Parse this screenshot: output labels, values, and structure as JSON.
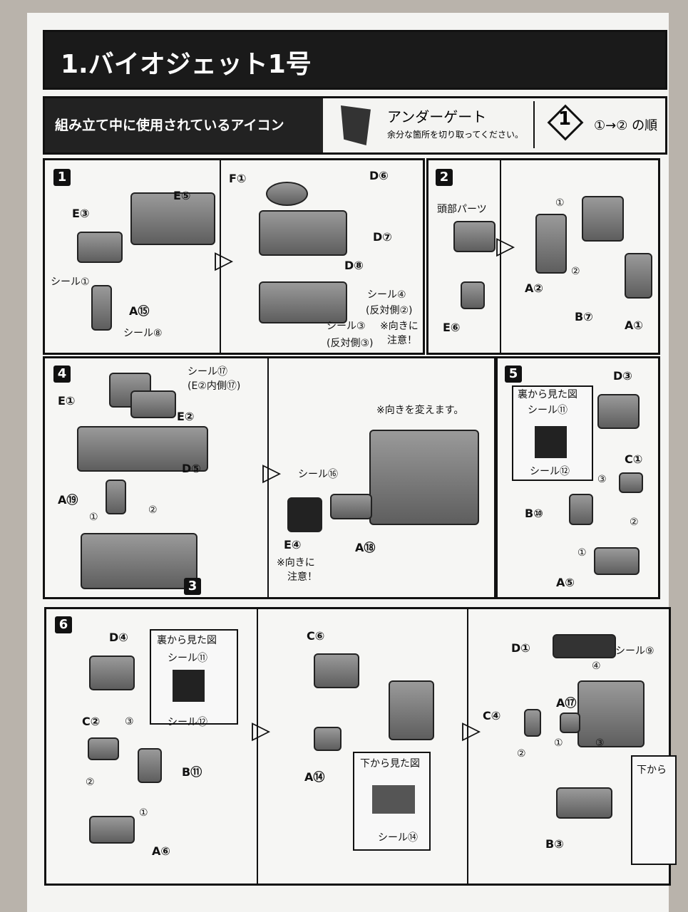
{
  "title": "1.バイオジェット1号",
  "icons_header": "組み立て中に使用されているアイコン",
  "under_gate": {
    "name": "アンダーゲート",
    "desc": "余分な箇所を切り取ってください。"
  },
  "step_order": {
    "number": "1",
    "text": "①→② の順"
  },
  "panel1": {
    "num": "1",
    "labels": [
      "E③",
      "E⑤",
      "シール①",
      "A⑮",
      "シール⑧",
      "F①",
      "D⑥",
      "D⑦",
      "D⑧",
      "シール④",
      "(反対側②)",
      "シール③",
      "(反対側③)",
      "※向きに",
      "注意！"
    ]
  },
  "panel2": {
    "num": "2",
    "labels": [
      "頭部パーツ",
      "E⑥",
      "A②",
      "B⑦",
      "A①",
      "①",
      "②"
    ]
  },
  "panel4": {
    "num": "4",
    "labels": [
      "シール⑰",
      "(E②内側⑰)",
      "E①",
      "E②",
      "D⑤",
      "A⑲",
      "①",
      "②",
      "3",
      "※向きを変えます。",
      "シール⑯",
      "E④",
      "A⑱",
      "※向きに",
      "注意！"
    ]
  },
  "panel5": {
    "num": "5",
    "labels": [
      "裏から見た図",
      "シール⑪",
      "シール⑫",
      "D③",
      "C①",
      "B⑩",
      "A⑤",
      "①",
      "②",
      "③"
    ]
  },
  "panel6": {
    "num": "6",
    "labels": [
      "D④",
      "裏から見た図",
      "シール⑪",
      "シール⑫",
      "C②",
      "B⑪",
      "A⑥",
      "①",
      "②",
      "③",
      "C⑥",
      "A⑭",
      "下から見た図",
      "シール⑭",
      "D①",
      "シール⑨",
      "A⑰",
      "C④",
      "B③",
      "①",
      "②",
      "③",
      "④",
      "下から"
    ]
  }
}
